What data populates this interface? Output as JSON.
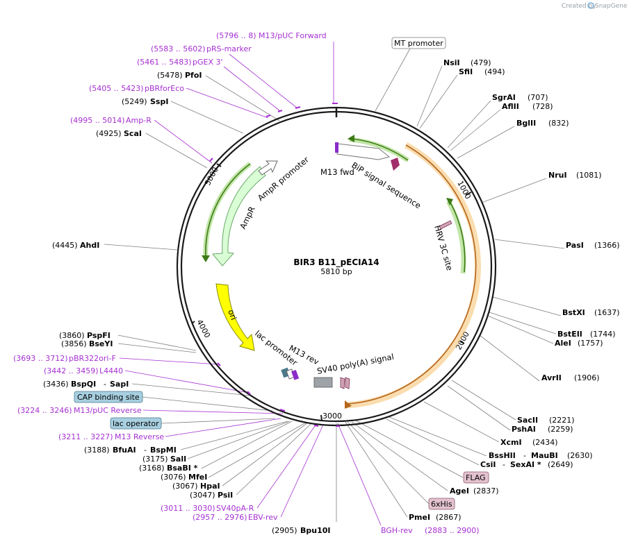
{
  "credit": "Created by",
  "brand": "SnapGene",
  "plasmid": {
    "name": "BIR3 B11_pECIA14",
    "length": "5810 bp"
  },
  "ticks": [
    "1000",
    "2000",
    "3000",
    "4000",
    "5000"
  ],
  "features": {
    "bip": "BiP signal sequence",
    "m13fwd": "M13 fwd",
    "hrv": "HRV 3C site",
    "ampr": "AmpR",
    "amprpromoter": "AmpR promoter",
    "ori": "ori",
    "lacpromoter": "lac promoter",
    "m13rev": "M13 rev",
    "sv40": "SV40 poly(A) signal"
  },
  "colors": {
    "backbone": "#1a1a1a",
    "ampr": "#d9fdd4",
    "ori": "#ffff00",
    "mt_region": "#f3b44e",
    "cds_arrow": "#5a9e1f",
    "bip": "#a12e6a",
    "primer": "#a52fd1",
    "cap": "#a7cfe0",
    "tag": "#e3c2cf"
  },
  "right_labels": [
    {
      "enzyme": "NsiI",
      "pos": "(479)"
    },
    {
      "enzyme": "SfiI",
      "pos": "(494)"
    },
    {
      "enzyme": "SgrAI",
      "pos": "(707)"
    },
    {
      "enzyme": "AflII",
      "pos": "(728)"
    },
    {
      "enzyme": "BglII",
      "pos": "(832)"
    },
    {
      "enzyme": "NruI",
      "pos": "(1081)"
    },
    {
      "enzyme": "PasI",
      "pos": "(1366)"
    },
    {
      "enzyme": "BstXI",
      "pos": "(1637)"
    },
    {
      "enzyme": "BstEII",
      "pos": "(1744)"
    },
    {
      "enzyme": "AleI",
      "pos": "(1757)"
    },
    {
      "enzyme": "AvrII",
      "pos": "(1906)"
    },
    {
      "enzyme": "SacII",
      "pos": "(2221)"
    },
    {
      "enzyme": "PshAI",
      "pos": "(2259)"
    },
    {
      "enzyme": "XcmI",
      "pos": "(2434)"
    },
    {
      "enzyme": "BssHII",
      "pos": "(2630)"
    },
    {
      "enzyme": "CsiI",
      "pos": "(2649)"
    },
    {
      "enzyme": "AgeI",
      "pos": "(2837)"
    },
    {
      "enzyme": "PmeI",
      "pos": "(2867)"
    }
  ],
  "right_extra": {
    "mauBI": "MauBI",
    "sexAI": "SexAI *",
    "mt_promoter": "MT promoter",
    "flag": "FLAG",
    "his": "6xHis",
    "bgh_name": "BGH-rev",
    "bgh_pos": "(2883 .. 2900)"
  },
  "bottom": {
    "pos": "(2905)",
    "enzyme": "Bpu10I"
  },
  "left_labels": [
    {
      "pos": "(5796 .. 8)",
      "name": "M13/pUC Forward",
      "primer": true
    },
    {
      "pos": "(5583 .. 5602)",
      "name": "pRS-marker",
      "primer": true
    },
    {
      "pos": "(5461 .. 5483)",
      "name": "pGEX 3'",
      "primer": true
    },
    {
      "pos": "(5478)",
      "name": "PfoI",
      "primer": false
    },
    {
      "pos": "(5405 .. 5423)",
      "name": "pBRforEco",
      "primer": true
    },
    {
      "pos": "(5249)",
      "name": "SspI",
      "primer": false
    },
    {
      "pos": "(4995 .. 5014)",
      "name": "Amp-R",
      "primer": true
    },
    {
      "pos": "(4925)",
      "name": "ScaI",
      "primer": false
    },
    {
      "pos": "(4445)",
      "name": "AhdI",
      "primer": false
    },
    {
      "pos": "(3860)",
      "name": "PspFI",
      "primer": false
    },
    {
      "pos": "(3856)",
      "name": "BseYI",
      "primer": false
    },
    {
      "pos": "(3693 .. 3712)",
      "name": "pBR322ori-F",
      "primer": true
    },
    {
      "pos": "(3442 .. 3459)",
      "name": "L4440",
      "primer": true
    },
    {
      "pos": "(3436)",
      "name": "BspQI",
      "primer": false
    },
    {
      "pos": "(3224 .. 3246)",
      "name": "M13/pUC Reverse",
      "primer": true
    },
    {
      "pos": "(3211 .. 3227)",
      "name": "M13 Reverse",
      "primer": true
    },
    {
      "pos": "(3188)",
      "name": "BfuAI",
      "primer": false
    },
    {
      "pos": "(3175)",
      "name": "SalI",
      "primer": false
    },
    {
      "pos": "(3168)",
      "name": "BsaBI *",
      "primer": false
    },
    {
      "pos": "(3076)",
      "name": "MfeI",
      "primer": false
    },
    {
      "pos": "(3067)",
      "name": "HpaI",
      "primer": false
    },
    {
      "pos": "(3047)",
      "name": "PsiI",
      "primer": false
    },
    {
      "pos": "(3011 .. 3030)",
      "name": "SV40pA-R",
      "primer": true
    },
    {
      "pos": "(2957 .. 2976)",
      "name": "EBV-rev",
      "primer": true
    }
  ],
  "left_extra": {
    "sapI": "SapI",
    "bspMI": "BspMI",
    "cap": "CAP binding site",
    "lacop": "lac operator"
  }
}
